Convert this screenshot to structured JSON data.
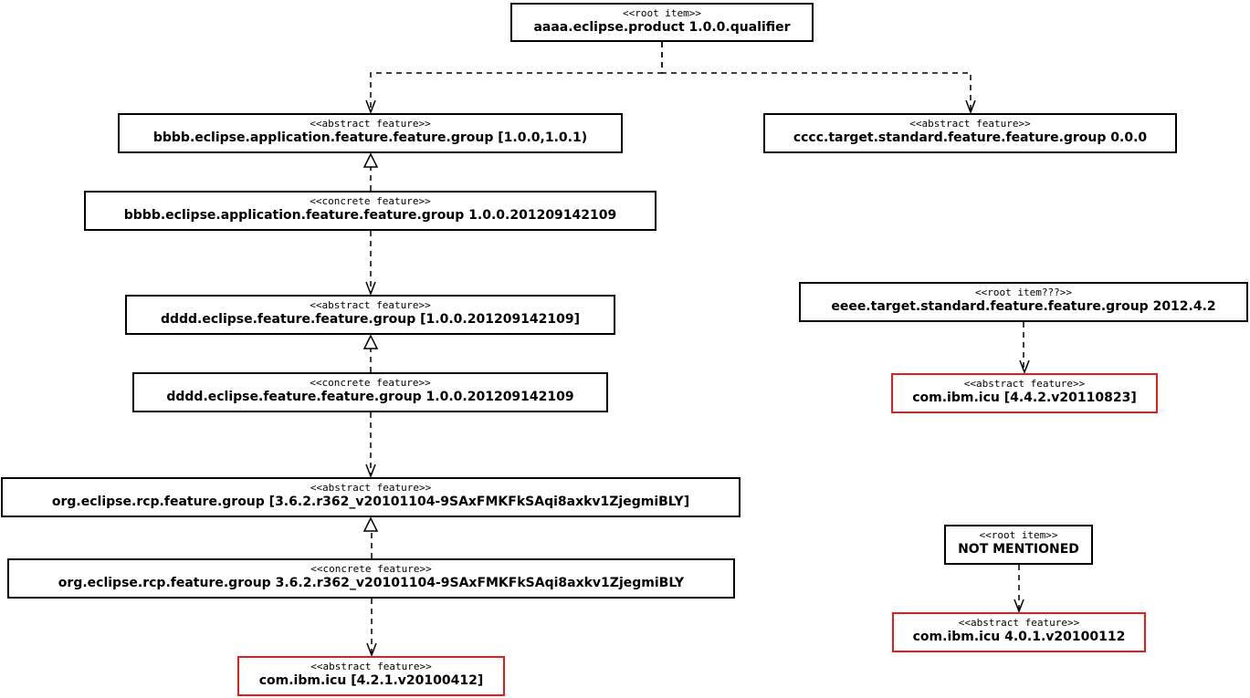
{
  "colors": {
    "default_border": "#000000",
    "highlight_border": "#e81c1c"
  },
  "nodes": {
    "n_aaaa": {
      "stereotype": "<<root item>>",
      "label": "aaaa.eclipse.product 1.0.0.qualifier"
    },
    "n_bbbb_a": {
      "stereotype": "<<abstract feature>>",
      "label": "bbbb.eclipse.application.feature.feature.group [1.0.0,1.0.1)"
    },
    "n_cccc": {
      "stereotype": "<<abstract feature>>",
      "label": "cccc.target.standard.feature.feature.group 0.0.0"
    },
    "n_bbbb_c": {
      "stereotype": "<<concrete feature>>",
      "label": "bbbb.eclipse.application.feature.feature.group 1.0.0.201209142109"
    },
    "n_dddd_a": {
      "stereotype": "<<abstract feature>>",
      "label": "dddd.eclipse.feature.feature.group [1.0.0.201209142109]"
    },
    "n_dddd_c": {
      "stereotype": "<<concrete feature>>",
      "label": "dddd.eclipse.feature.feature.group 1.0.0.201209142109"
    },
    "n_rcp_a": {
      "stereotype": "<<abstract feature>>",
      "label": "org.eclipse.rcp.feature.group [3.6.2.r362_v20101104-9SAxFMKFkSAqi8axkv1ZjegmiBLY]"
    },
    "n_rcp_c": {
      "stereotype": "<<concrete feature>>",
      "label": "org.eclipse.rcp.feature.group 3.6.2.r362_v20101104-9SAxFMKFkSAqi8axkv1ZjegmiBLY"
    },
    "n_icu_421": {
      "stereotype": "<<abstract feature>>",
      "label": "com.ibm.icu [4.2.1.v20100412]",
      "highlight": true
    },
    "n_eeee": {
      "stereotype": "<<root item???>>",
      "label": "eeee.target.standard.feature.feature.group 2012.4.2"
    },
    "n_icu_442": {
      "stereotype": "<<abstract feature>>",
      "label": "com.ibm.icu [4.4.2.v20110823]",
      "highlight": true
    },
    "n_notm": {
      "stereotype": "<<root item>>",
      "label": "NOT MENTIONED"
    },
    "n_icu_401": {
      "stereotype": "<<abstract feature>>",
      "label": "com.ibm.icu 4.0.1.v20100112",
      "highlight": true
    }
  },
  "edges": [
    {
      "from": "n_aaaa",
      "to": "n_bbbb_a",
      "kind": "dependency"
    },
    {
      "from": "n_aaaa",
      "to": "n_cccc",
      "kind": "dependency"
    },
    {
      "from": "n_bbbb_c",
      "to": "n_bbbb_a",
      "kind": "realization"
    },
    {
      "from": "n_bbbb_c",
      "to": "n_dddd_a",
      "kind": "dependency"
    },
    {
      "from": "n_dddd_c",
      "to": "n_dddd_a",
      "kind": "realization"
    },
    {
      "from": "n_dddd_c",
      "to": "n_rcp_a",
      "kind": "dependency"
    },
    {
      "from": "n_rcp_c",
      "to": "n_rcp_a",
      "kind": "realization"
    },
    {
      "from": "n_rcp_c",
      "to": "n_icu_421",
      "kind": "dependency"
    },
    {
      "from": "n_eeee",
      "to": "n_icu_442",
      "kind": "dependency"
    },
    {
      "from": "n_notm",
      "to": "n_icu_401",
      "kind": "dependency"
    }
  ]
}
